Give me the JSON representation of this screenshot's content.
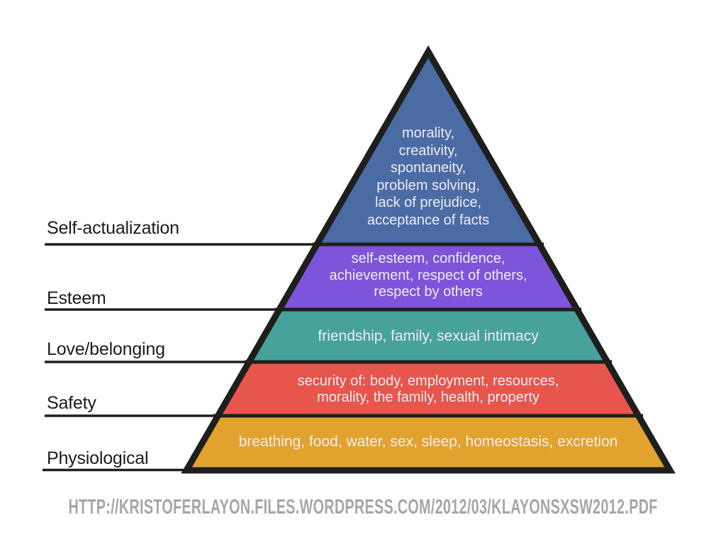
{
  "diagram": {
    "type": "pyramid",
    "background_color": "#ffffff",
    "outline_color": "#1e1e1c",
    "band_text_color": "#eeecf6",
    "label_text_color": "#1c1c1c",
    "levels": [
      {
        "name": "self-actualization",
        "label": "Self-actualization",
        "color": "#4b6ba5",
        "text": "morality,\ncreativity,\nspontaneity,\nproblem solving,\nlack of prejudice,\nacceptance of facts"
      },
      {
        "name": "esteem",
        "label": "Esteem",
        "color": "#7e54da",
        "text": "self-esteem, confidence,\nachievement, respect of others,\nrespect by others"
      },
      {
        "name": "love-belonging",
        "label": "Love/belonging",
        "color": "#47a29b",
        "text": "friendship, family, sexual intimacy"
      },
      {
        "name": "safety",
        "label": "Safety",
        "color": "#e7564d",
        "text": "security of: body, employment, resources,\nmorality, the family, health, property"
      },
      {
        "name": "physiological",
        "label": "Physiological",
        "color": "#e2a32e",
        "text": "breathing, food, water, sex, sleep, homeostasis, excretion"
      }
    ]
  },
  "footer": {
    "url": "HTTP://KRISTOFERLAYON.FILES.WORDPRESS.COM/2012/03/KLAYONSXSW2012.PDF"
  }
}
